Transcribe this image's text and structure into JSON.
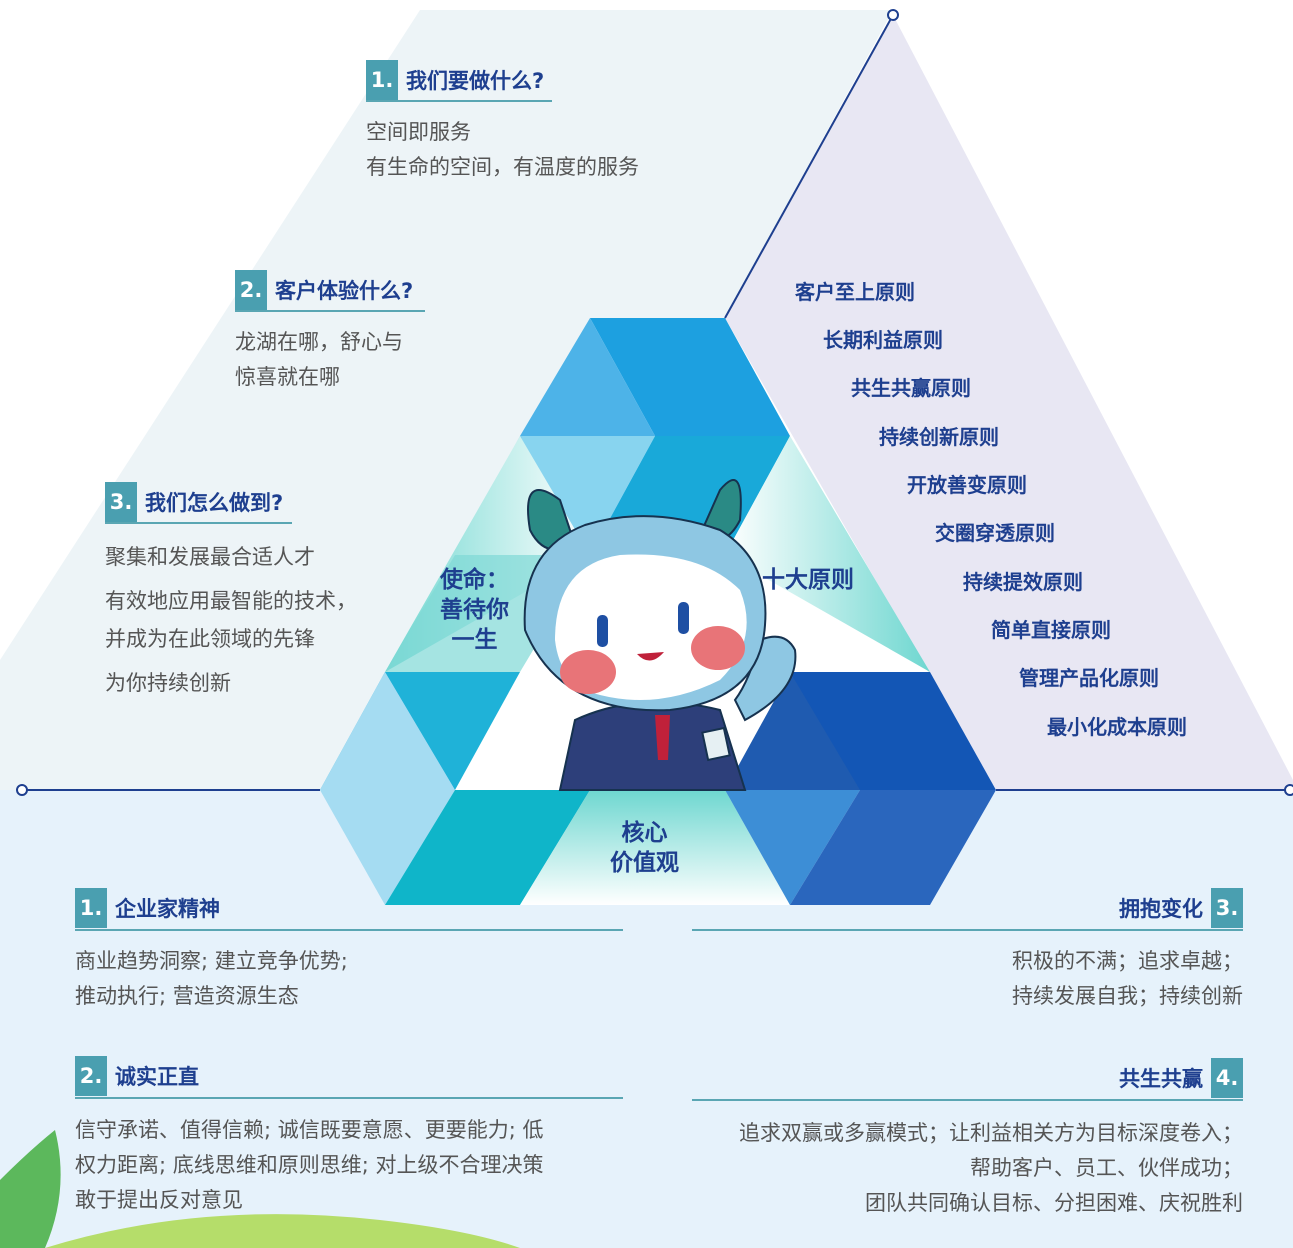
{
  "top": {
    "q1": {
      "num": "1.",
      "title": "我们要做什么?",
      "lines": [
        "空间即服务",
        "有生命的空间，有温度的服务"
      ]
    },
    "q2": {
      "num": "2.",
      "title": "客户体验什么?",
      "lines": [
        "龙湖在哪，舒心与",
        "惊喜就在哪"
      ]
    },
    "q3": {
      "num": "3.",
      "title": "我们怎么做到?",
      "lines": [
        "聚集和发展最合适人才",
        "有效地应用最智能的技术，",
        "并成为在此领域的先锋",
        "为你持续创新"
      ]
    }
  },
  "center": {
    "mission": [
      "使命：",
      "善待你",
      "一生"
    ],
    "principles_label": "十大原则",
    "values": [
      "核心",
      "价值观"
    ]
  },
  "principles": [
    "客户至上原则",
    "长期利益原则",
    "共生共赢原则",
    "持续创新原则",
    "开放善变原则",
    "交圈穿透原则",
    "持续提效原则",
    "简单直接原则",
    "管理产品化原则",
    "最小化成本原则"
  ],
  "values": {
    "v1": {
      "num": "1.",
      "title": "企业家精神",
      "lines": [
        "商业趋势洞察; 建立竞争优势;",
        "推动执行; 营造资源生态"
      ]
    },
    "v2": {
      "num": "2.",
      "title": "诚实正直",
      "lines": [
        "信守承诺、值得信赖; 诚信既要意愿、更要能力; 低",
        "权力距离; 底线思维和原则思维; 对上级不合理决策",
        "敢于提出反对意见"
      ]
    },
    "v3": {
      "num": "3.",
      "title": "拥抱变化",
      "lines": [
        "积极的不满；追求卓越；",
        "持续发展自我；持续创新"
      ]
    },
    "v4": {
      "num": "4.",
      "title": "共生共赢",
      "lines": [
        "追求双赢或多赢模式；让利益相关方为目标深度卷入；",
        "帮助客户、员工、伙伴成功；",
        "团队共同确认目标、分担困难、庆祝胜利"
      ]
    }
  },
  "colors": {
    "navy": "#1e3f8f",
    "teal": "#4a9fb0",
    "mint_bg": "#eef4f7",
    "lavender_bg": "#e9e8f4",
    "light_blue_bg": "#e6f2fb"
  }
}
